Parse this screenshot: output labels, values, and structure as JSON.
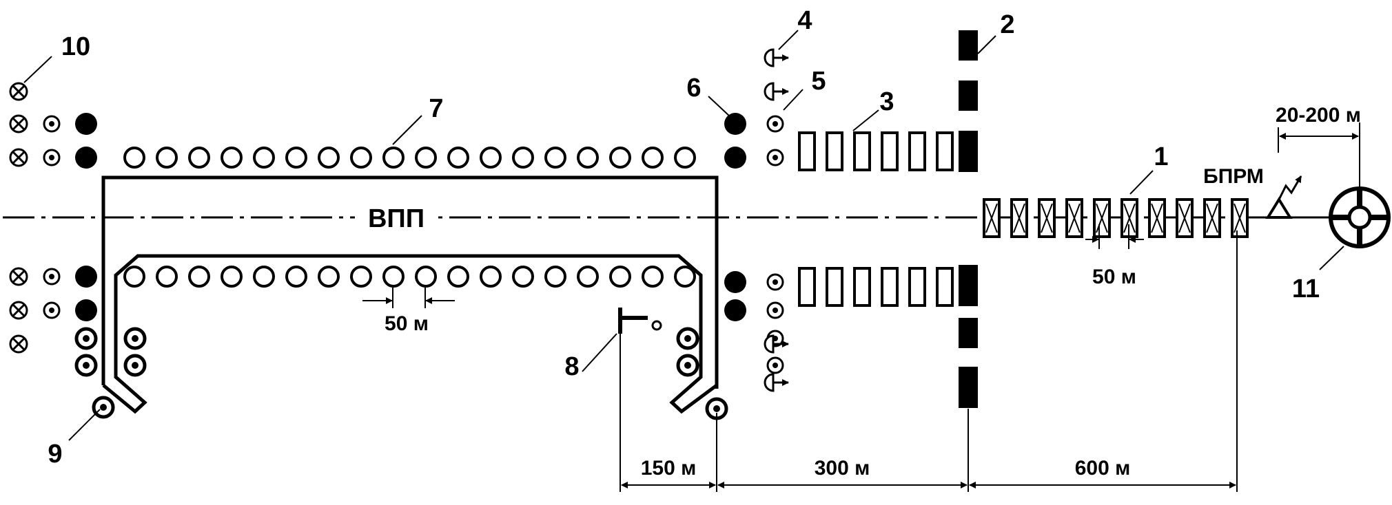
{
  "diagram": {
    "runway_label": "ВПП",
    "radio_marker_label": "БПРМ",
    "dimensions": {
      "spacing_top_right": "20-200 м",
      "spacing_approach": "50 м",
      "spacing_edge": "50 м",
      "dist_150": "150 м",
      "dist_300": "300 м",
      "dist_600": "600 м"
    },
    "callouts": {
      "n1": "1",
      "n2": "2",
      "n3": "3",
      "n4": "4",
      "n5": "5",
      "n6": "6",
      "n7": "7",
      "n8": "8",
      "n9": "9",
      "n10": "10",
      "n11": "11"
    }
  }
}
